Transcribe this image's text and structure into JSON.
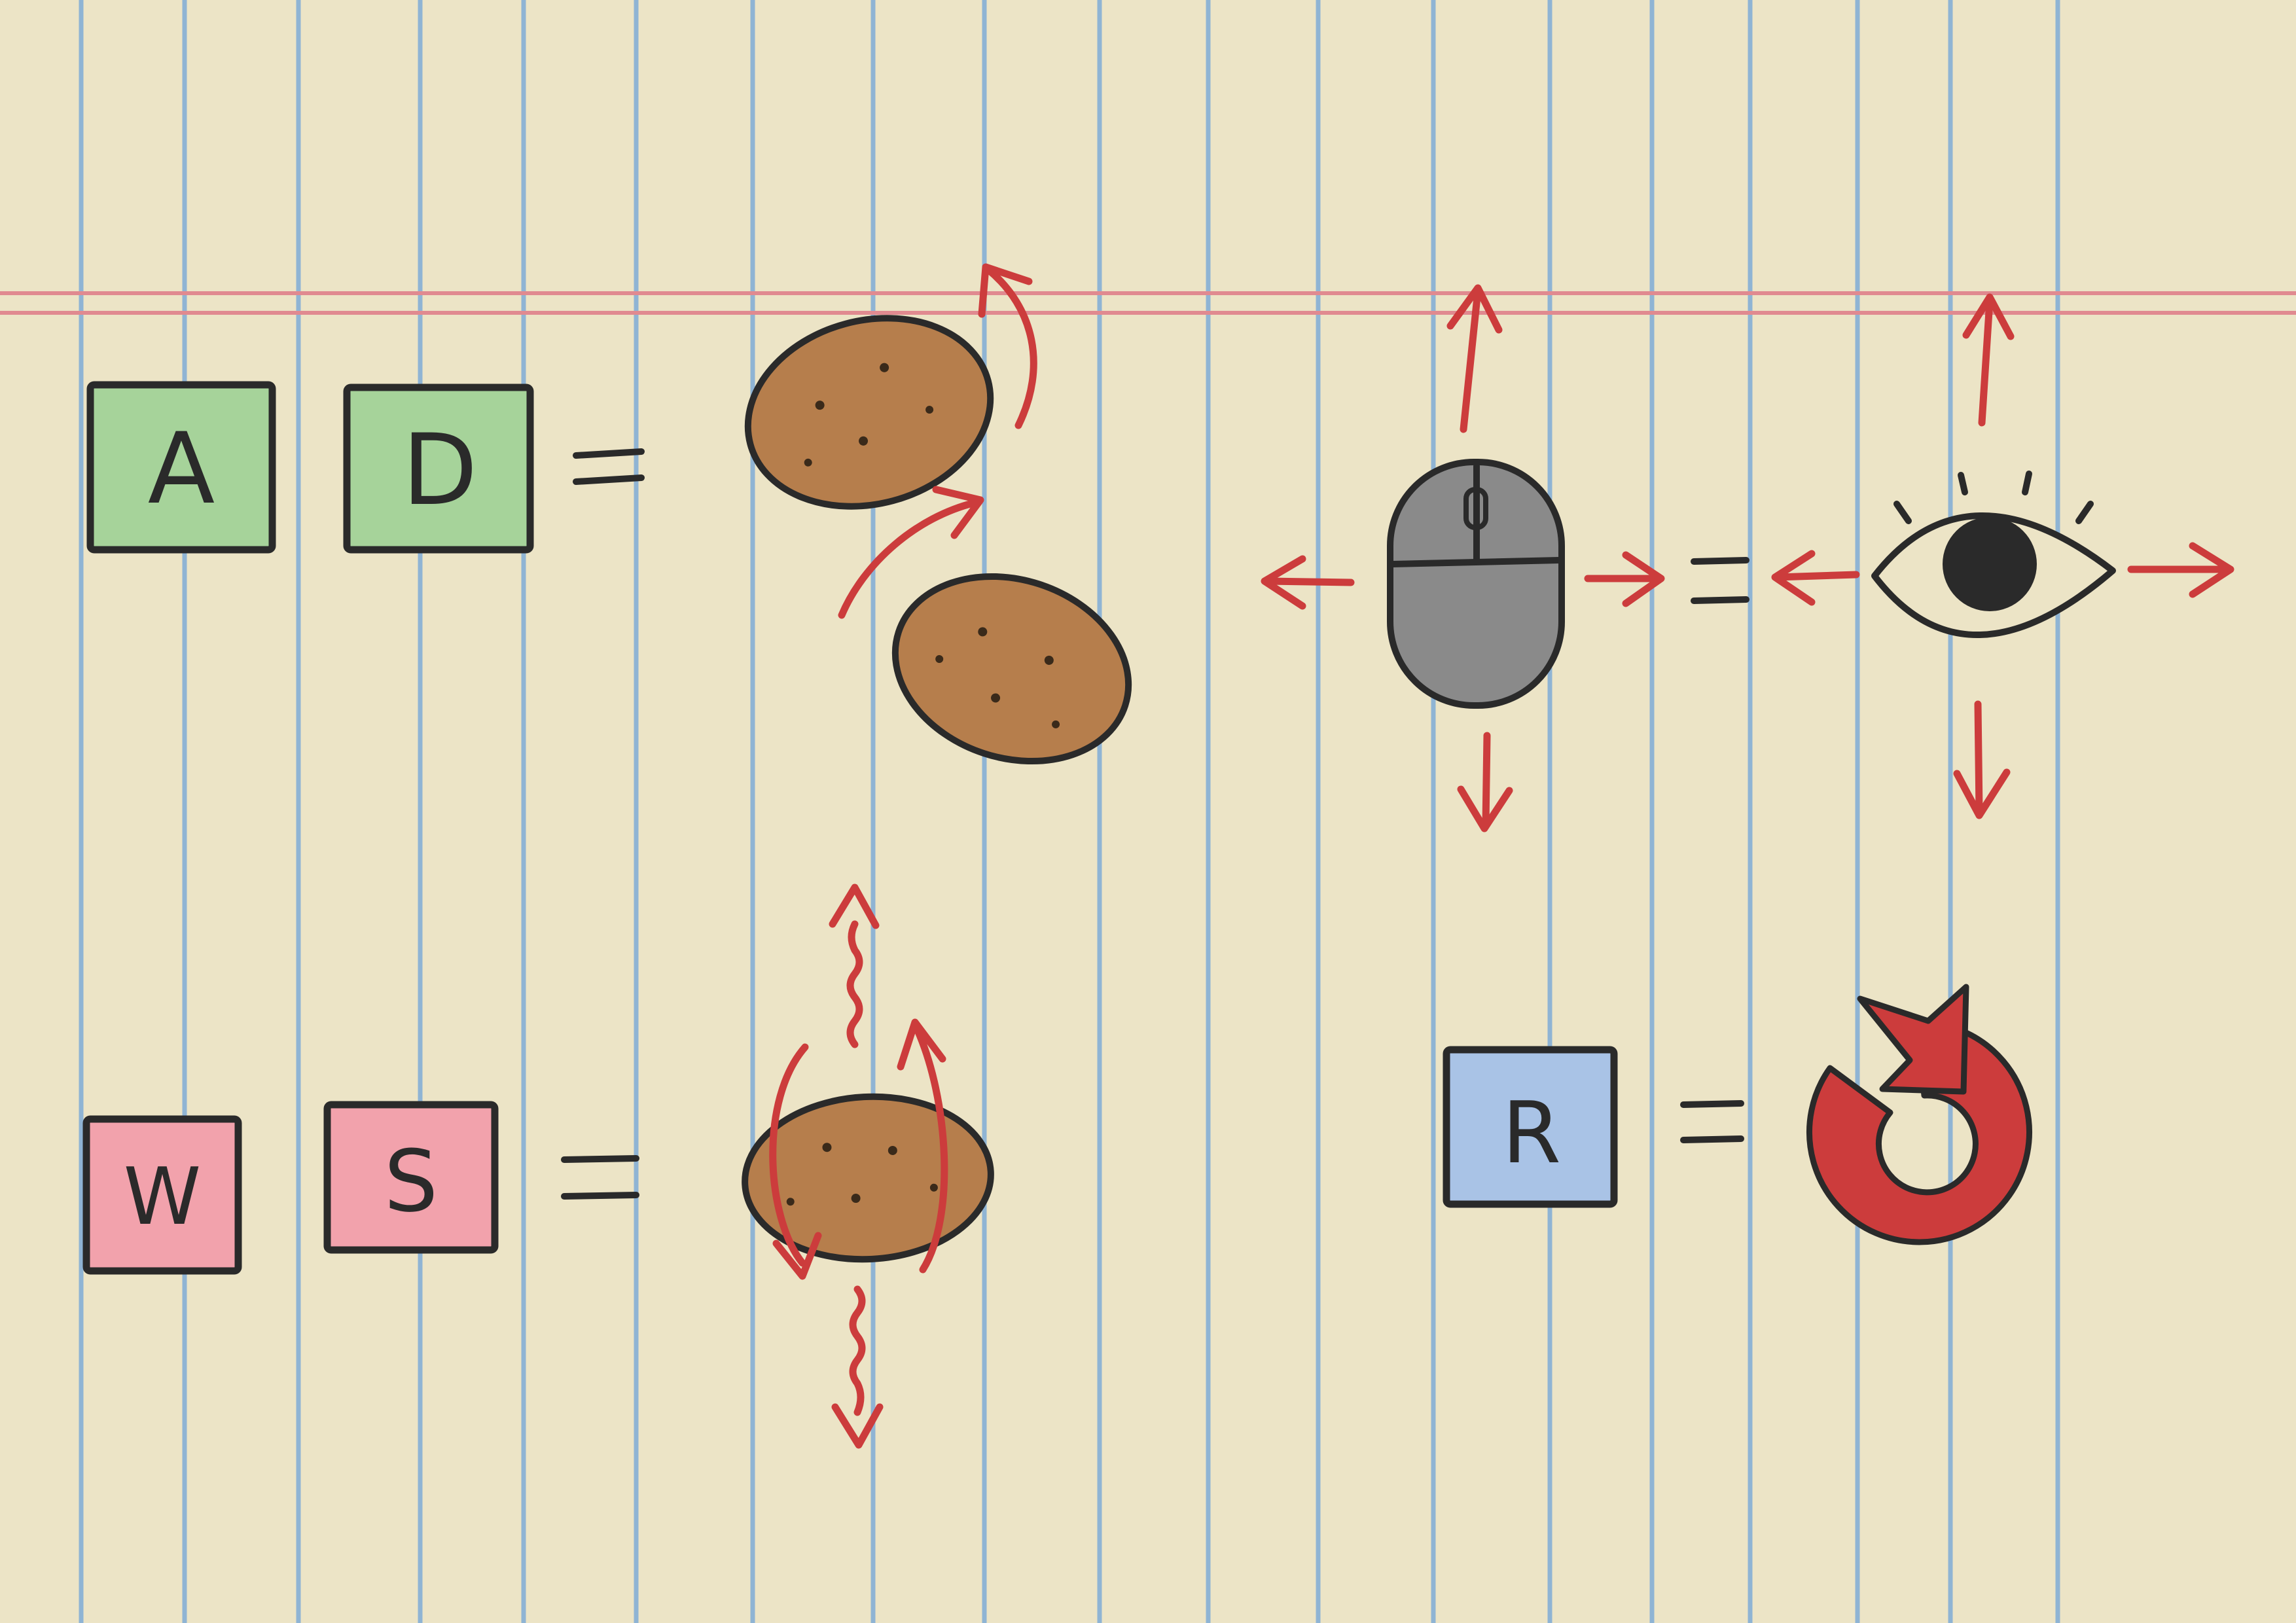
{
  "colors": {
    "paper": "#ece4c6",
    "rule_line": "#8fb4d4",
    "margin_line": "#e08a90",
    "key_green": "#a6d39a",
    "key_pink": "#f2a2ac",
    "key_blue": "#a9c3e6",
    "arrow_red": "#cc3c3c",
    "potato_brown": "#b67e4c",
    "mouse_grey": "#8a8a8a",
    "ink": "#2a2a2a"
  },
  "keys": {
    "rotate_left": "A",
    "rotate_right": "D",
    "up": "W",
    "down": "S",
    "restart": "R"
  },
  "controls": [
    {
      "name": "turn",
      "keys": [
        "A",
        "D"
      ],
      "icon": "rotating-potato-icon"
    },
    {
      "name": "move",
      "keys": [
        "W",
        "S"
      ],
      "icon": "wobbling-potato-icon"
    },
    {
      "name": "look",
      "keys": [],
      "icon": "mouse-to-eye-icon"
    },
    {
      "name": "restart",
      "keys": [
        "R"
      ],
      "icon": "restart-arrow-icon"
    }
  ]
}
